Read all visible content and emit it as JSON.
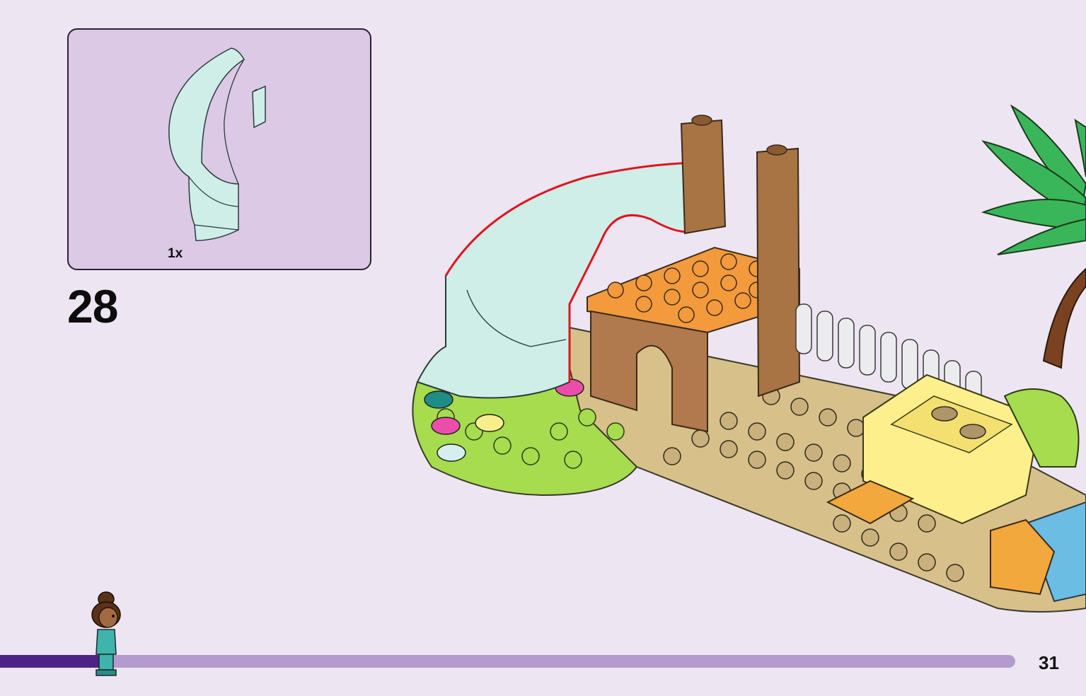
{
  "parts_callout": {
    "quantity": "1x",
    "part_icon": "slide-piece-icon"
  },
  "step": {
    "number": "28"
  },
  "page": {
    "number": "31"
  },
  "progress": {
    "fraction": 0.1
  },
  "colors": {
    "slide": "#cfeee8",
    "background": "#eee5f3",
    "callout_bg": "#dcc9e6",
    "progress_fill": "#4d2387",
    "progress_track": "#b39ccd",
    "highlight": "#e0141e"
  }
}
